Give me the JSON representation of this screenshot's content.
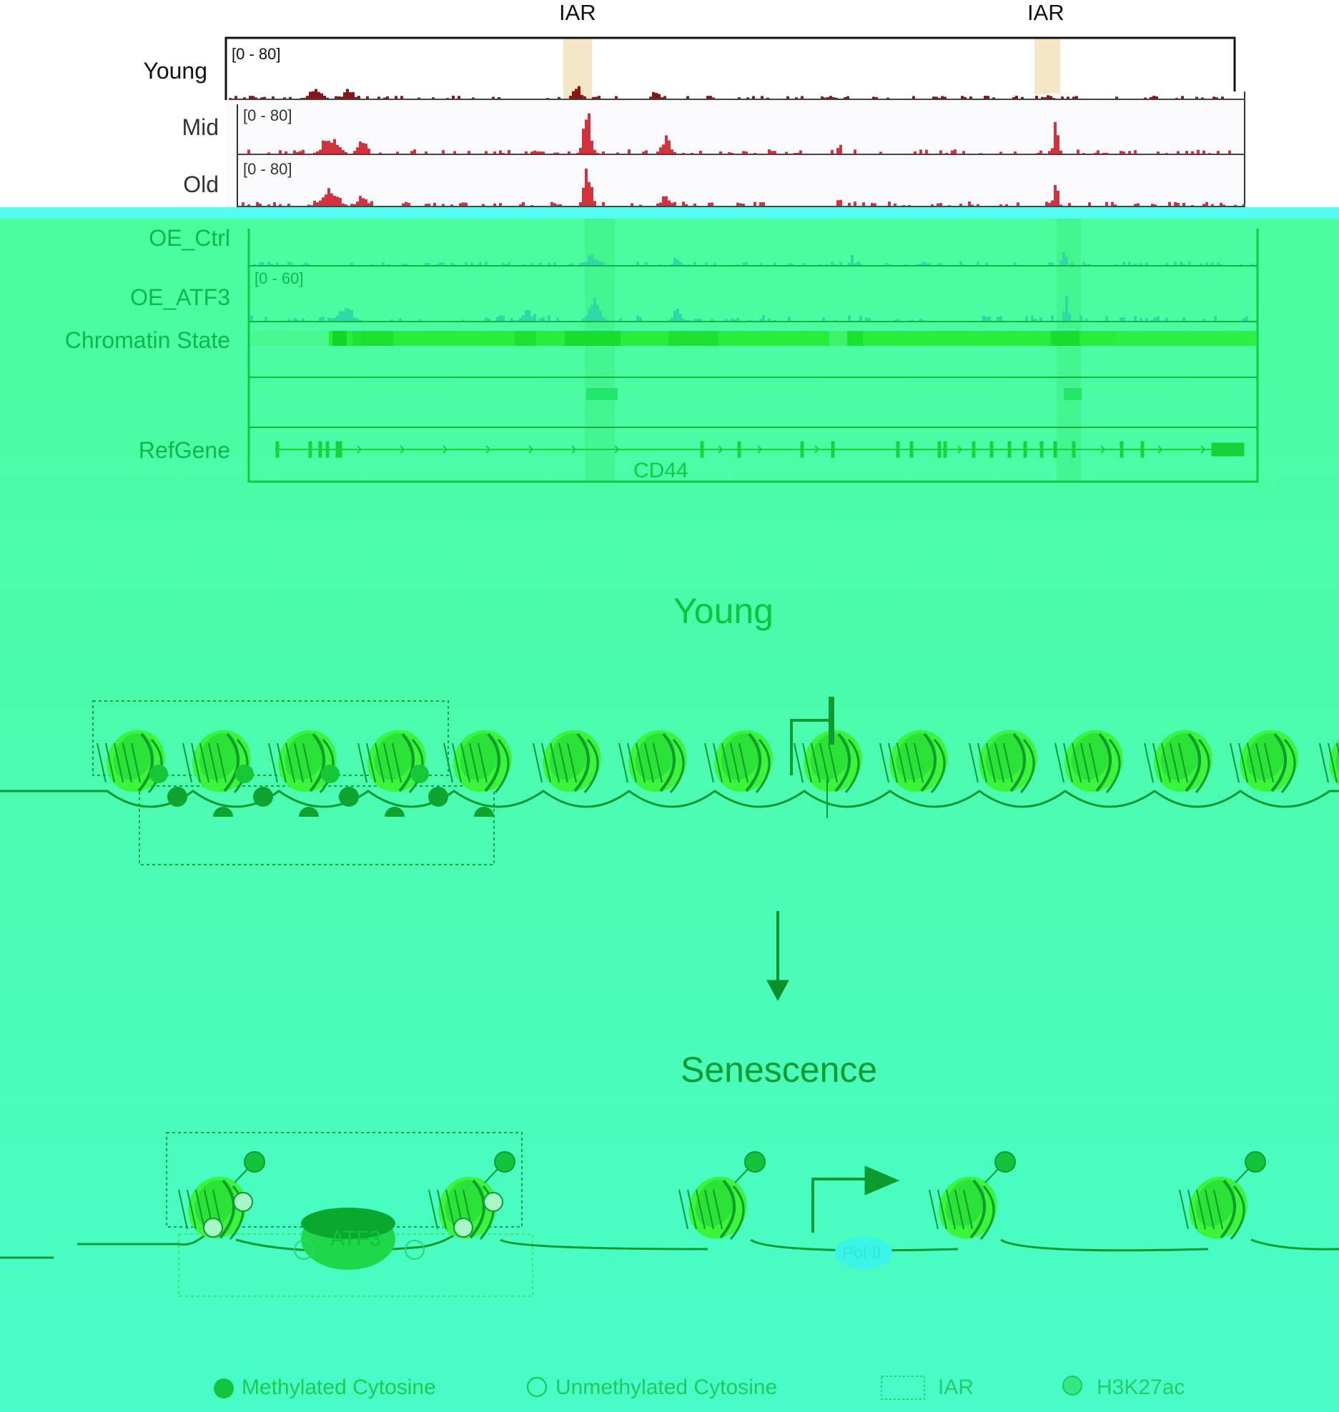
{
  "colors": {
    "peak_young": "#8c1414",
    "peak_mid_old": "#d2323c",
    "peak_oe": "#2fd8a4",
    "iar_highlight": "#f3e6c4",
    "green_dark": "#0d9a2e",
    "green_mid": "#19c636",
    "green_bright": "#3af53a",
    "pol2": "#38f5e8",
    "atf3": "#1ed84a"
  },
  "tracks": {
    "iar_label_1": "IAR",
    "iar_label_2": "IAR",
    "young": {
      "label": "Young",
      "range": "[0 - 80]"
    },
    "mid": {
      "label": "Mid",
      "range": "[0 - 80]"
    },
    "old": {
      "label": "Old",
      "range": "[0 - 80]"
    },
    "oe_ctrl": {
      "label": "OE_Ctrl"
    },
    "oe_atf3": {
      "label": "OE_ATF3",
      "range": "[0 - 60]"
    },
    "chromatin_state": {
      "label": "Chromatin State"
    },
    "refgene": {
      "label": "RefGene",
      "gene": "CD44"
    }
  },
  "model": {
    "young_title": "Young",
    "senescence_title": "Senescence",
    "atf3_label": "ATF3",
    "pol2_label": "Pol II"
  },
  "legend": {
    "methylated": "Methylated Cytosine",
    "unmethylated": "Unmethylated Cytosine",
    "iar": "IAR",
    "h3k27ac": "H3K27ac"
  }
}
